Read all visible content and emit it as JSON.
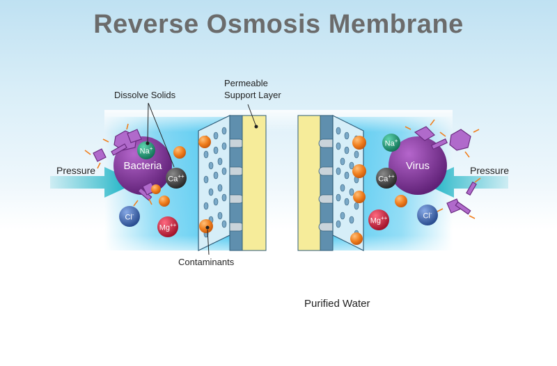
{
  "title": "Reverse Osmosis Membrane",
  "labels": {
    "dissolve_solids": "Dissolve Solids",
    "permeable_line1": "Permeable",
    "permeable_line2": "Support Layer",
    "contaminants": "Contaminants",
    "purified_water": "Purified Water",
    "pressure_left": "Pressure",
    "pressure_right": "Pressure",
    "bacteria": "Bacteria",
    "virus": "Virus"
  },
  "ions": {
    "na": {
      "symbol": "Na",
      "charge": "+"
    },
    "ca": {
      "symbol": "Ca",
      "charge": "++"
    },
    "mg": {
      "symbol": "Mg",
      "charge": "++"
    },
    "cl": {
      "symbol": "Cl",
      "charge": "-"
    }
  },
  "colors": {
    "title": "#6b6b6b",
    "water": "#3ec3ef",
    "arrow": "#13b0c2",
    "membrane_blue": "#5f8fae",
    "support_yellow": "#f6ec9a",
    "bacteria": "#7b2d8e",
    "contaminant": "#f07f1e",
    "na": "#1e9e78",
    "ca": "#3d3d3d",
    "mg": "#d01f3b",
    "cl": "#3f6cb8"
  }
}
